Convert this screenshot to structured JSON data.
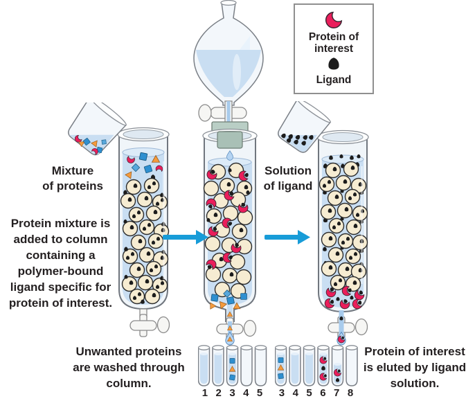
{
  "legend": {
    "protein_label": "Protein of\ninterest",
    "ligand_label": "Ligand"
  },
  "labels": {
    "mixture": "Mixture\nof proteins",
    "solution": "Solution\nof ligand",
    "step1": "Protein mixture is\nadded to column\ncontaining a\npolymer-bound\nligand specific for\nprotein of interest.",
    "step2": "Unwanted proteins\nare washed through\ncolumn.",
    "step3": "Protein of interest\nis eluted by ligand\nsolution."
  },
  "racks": {
    "left": {
      "numbers": [
        "1",
        "2",
        "3",
        "4",
        "5"
      ]
    },
    "right": {
      "numbers": [
        "3",
        "4",
        "5",
        "6",
        "7",
        "8"
      ]
    }
  },
  "icons": {
    "protein_of_interest": "pink-crescent",
    "ligand": "black-drop",
    "polymer_bead": "cream-sphere",
    "unwanted_proteins": [
      "blue-square",
      "orange-triangle",
      "blue-diamond"
    ]
  },
  "colors": {
    "protein_of_interest": "#ea1e5b",
    "ligand": "#1c1c1c",
    "bead": "#f6ecd2",
    "liquid": "#c9def2",
    "arrow": "#189cd8",
    "unwanted_square": "#2e8fd0",
    "unwanted_triangle": "#f59b3d"
  }
}
